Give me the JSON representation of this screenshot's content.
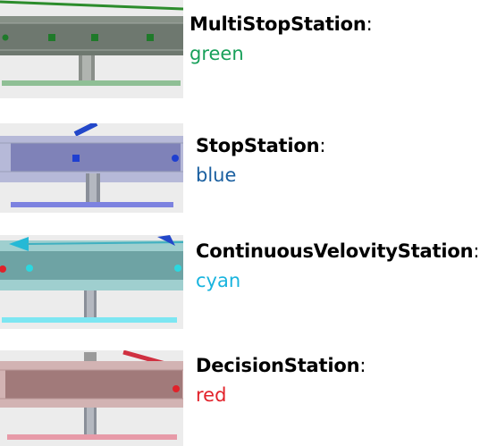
{
  "stations": [
    {
      "name": "MultiStopStation",
      "colon": ":",
      "color_word": "green",
      "color_hex": "#18a05a",
      "icon": "multistop-station-thumbnail"
    },
    {
      "name": "StopStation",
      "colon": ":",
      "color_word": "blue",
      "color_hex": "#1a5fa0",
      "icon": "stop-station-thumbnail"
    },
    {
      "name": "ContinuousVelovityStation",
      "colon": ":",
      "color_word": "cyan",
      "color_hex": "#18b4de",
      "icon": "continuous-velocity-station-thumbnail"
    },
    {
      "name": "DecisionStation",
      "colon": ":",
      "color_word": "red",
      "color_hex": "#e2222a",
      "icon": "decision-station-thumbnail"
    }
  ]
}
